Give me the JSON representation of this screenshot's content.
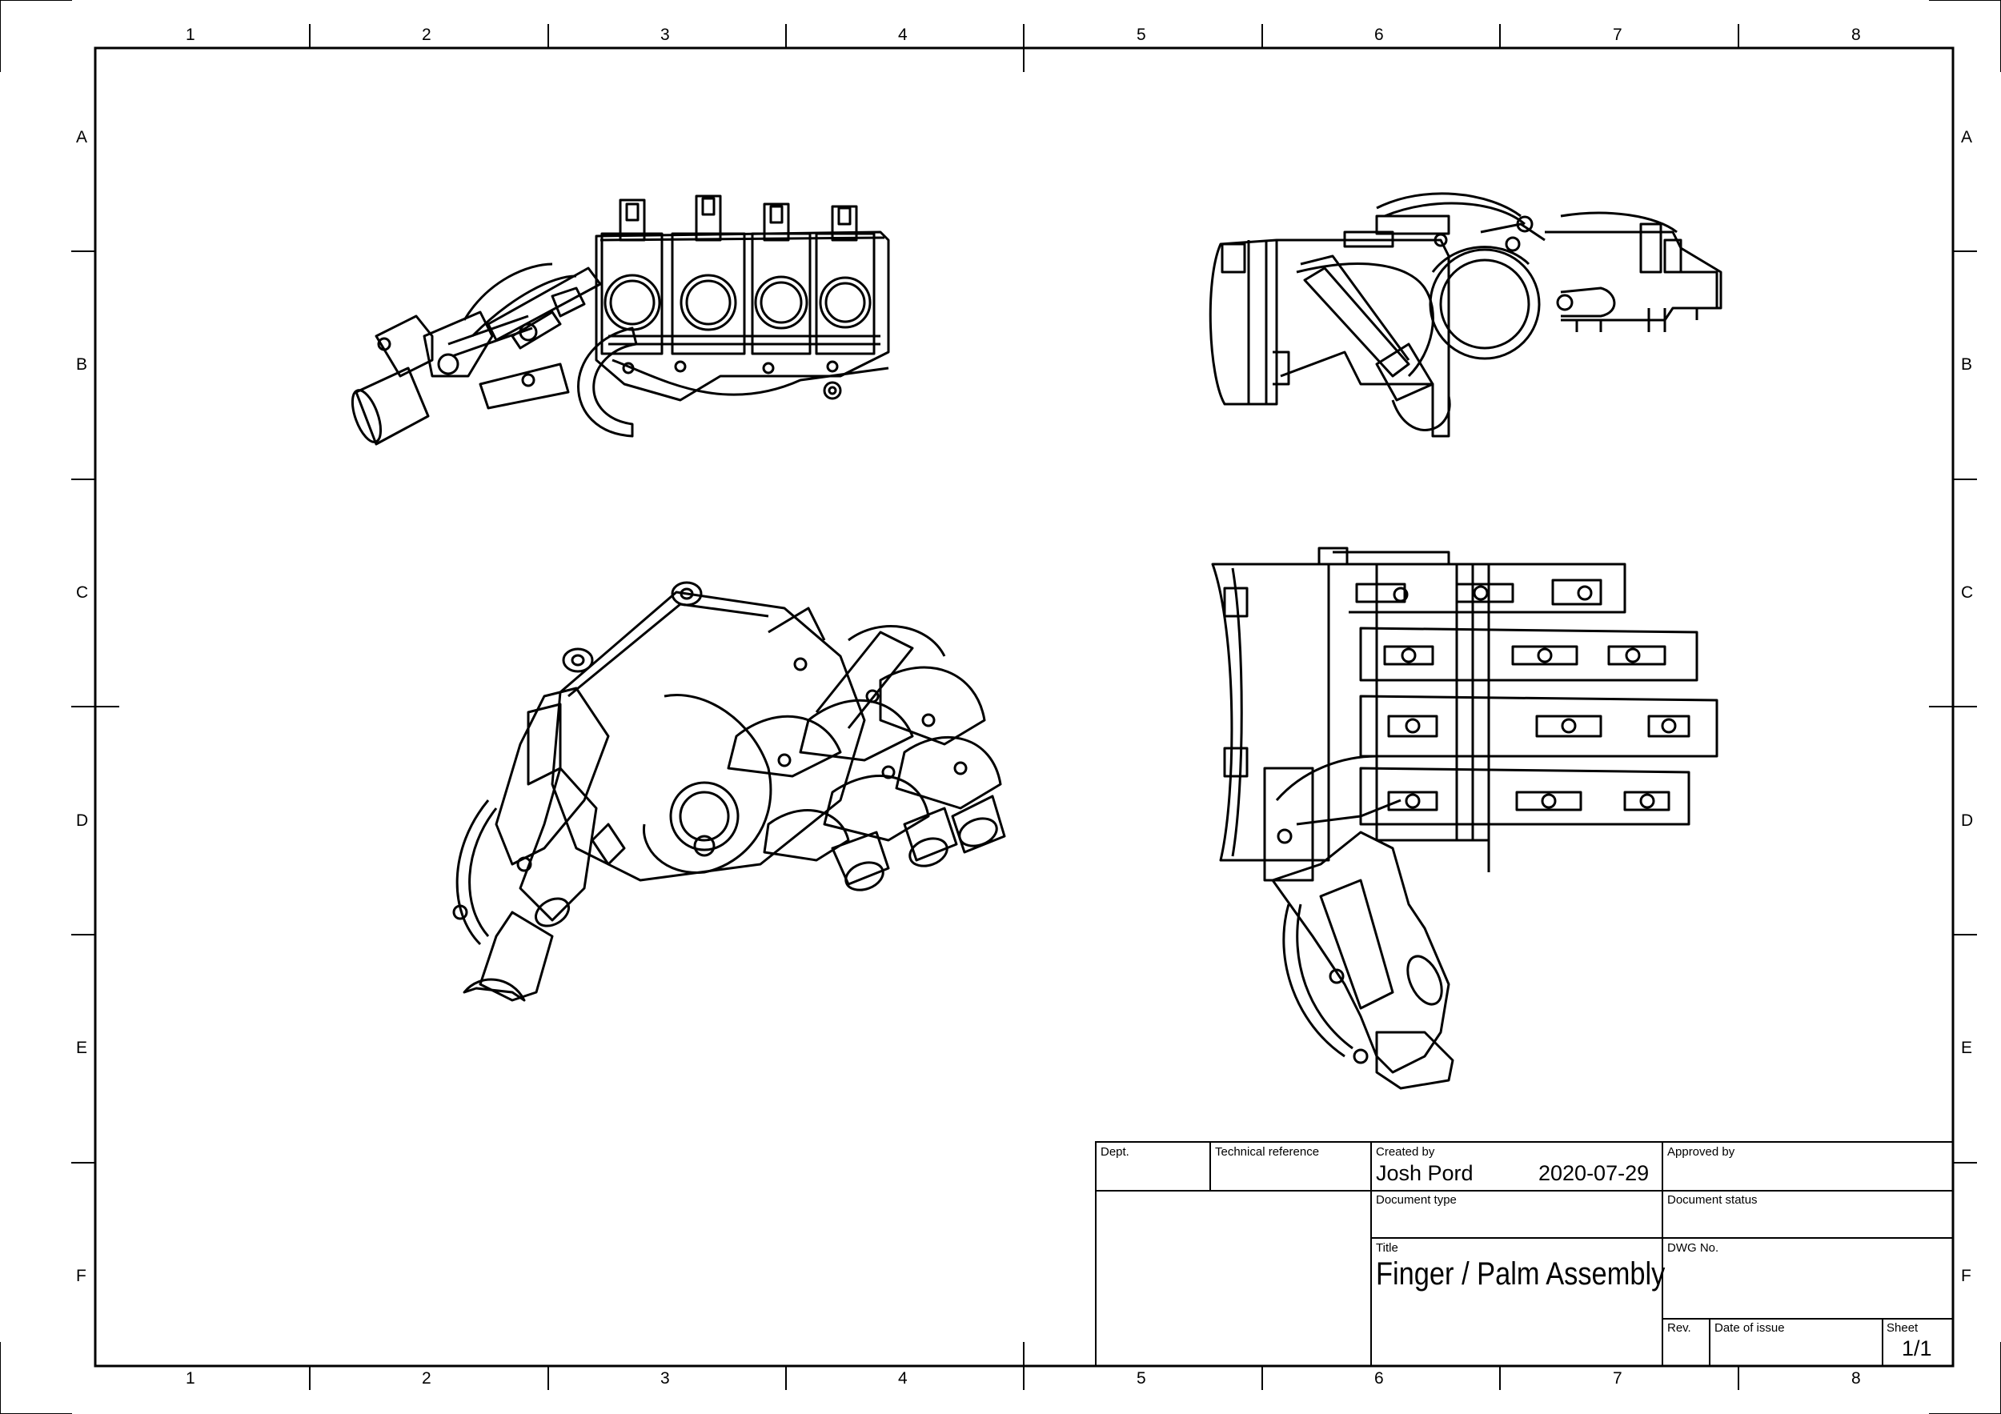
{
  "drawing": {
    "zones": {
      "columns": [
        "1",
        "2",
        "3",
        "4",
        "5",
        "6",
        "7",
        "8"
      ],
      "rows": [
        "A",
        "B",
        "C",
        "D",
        "E",
        "F"
      ]
    },
    "views": [
      "top-view",
      "side-view",
      "isometric-view",
      "front-view"
    ]
  },
  "title_block": {
    "dept_label": "Dept.",
    "dept_value": "",
    "technical_reference_label": "Technical reference",
    "technical_reference_value": "",
    "created_by_label": "Created by",
    "created_by_value": "Josh Pord",
    "created_date": "2020-07-29",
    "approved_by_label": "Approved by",
    "approved_by_value": "",
    "document_type_label": "Document type",
    "document_type_value": "",
    "document_status_label": "Document status",
    "document_status_value": "",
    "title_label": "Title",
    "title_value": "Finger / Palm Assembly",
    "dwg_no_label": "DWG No.",
    "dwg_no_value": "",
    "rev_label": "Rev.",
    "rev_value": "",
    "date_of_issue_label": "Date of issue",
    "date_of_issue_value": "",
    "sheet_label": "Sheet",
    "sheet_value": "1/1"
  }
}
